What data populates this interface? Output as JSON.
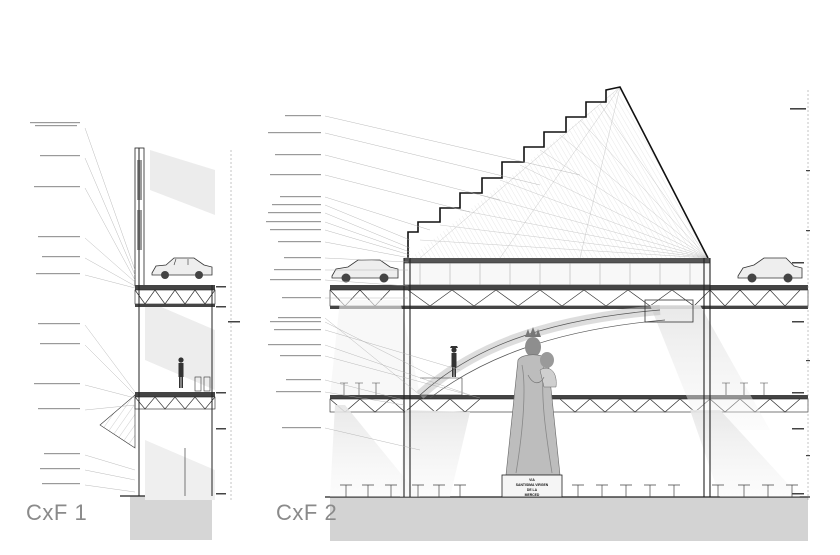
{
  "sections": [
    {
      "id": "cxf1",
      "label": "CxF 1"
    },
    {
      "id": "cxf2",
      "label": "CxF 2"
    }
  ],
  "statue_plaque": [
    "VIA",
    "SANTISIMA VIRGEN",
    "DE LA",
    "MERCED"
  ]
}
